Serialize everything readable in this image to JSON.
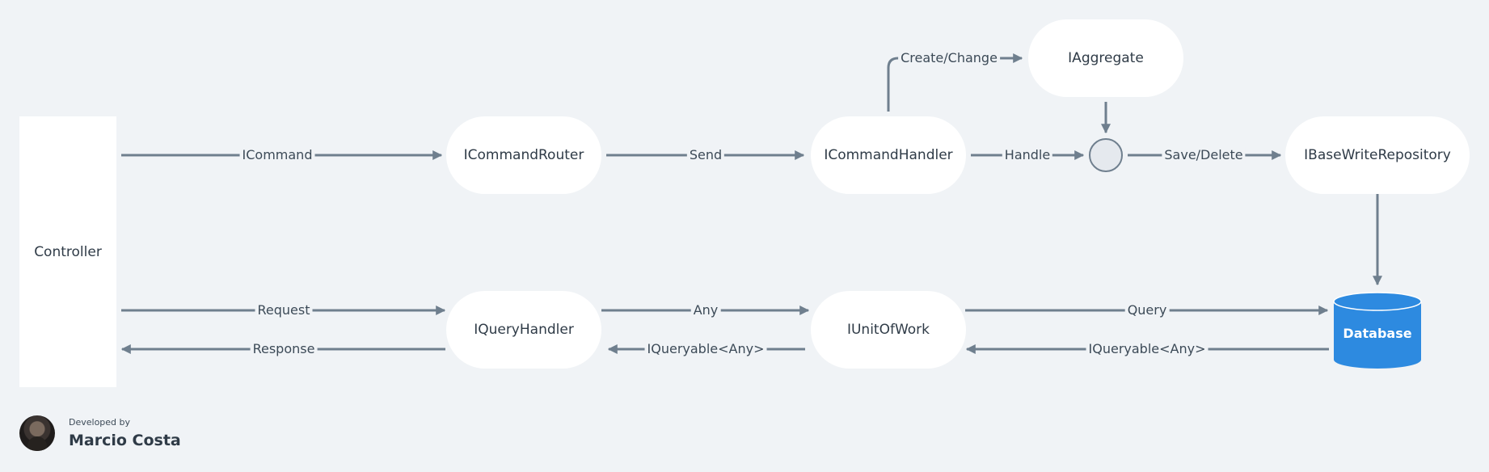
{
  "nodes": {
    "controller": "Controller",
    "icommandrouter": "ICommandRouter",
    "icommandhandler": "ICommandHandler",
    "iaggregate": "IAggregate",
    "ibasewriterepository": "IBaseWriteRepository",
    "iqueryhandler": "IQueryHandler",
    "iunitofwork": "IUnitOfWork",
    "database": "Database"
  },
  "edges": {
    "icommand": "ICommand",
    "send": "Send",
    "create_change": "Create/Change",
    "handle": "Handle",
    "save_delete": "Save/Delete",
    "request": "Request",
    "response": "Response",
    "any": "Any",
    "iqueryable_left": "IQueryable<Any>",
    "query": "Query",
    "iqueryable_right": "IQueryable<Any>"
  },
  "footer": {
    "developed_by": "Developed by",
    "author": "Marcio Costa"
  },
  "colors": {
    "background": "#f0f3f6",
    "node_fill": "#ffffff",
    "arrow": "#6f7f8e",
    "database": "#2d8ae0",
    "junction": "#e5e9ee"
  }
}
